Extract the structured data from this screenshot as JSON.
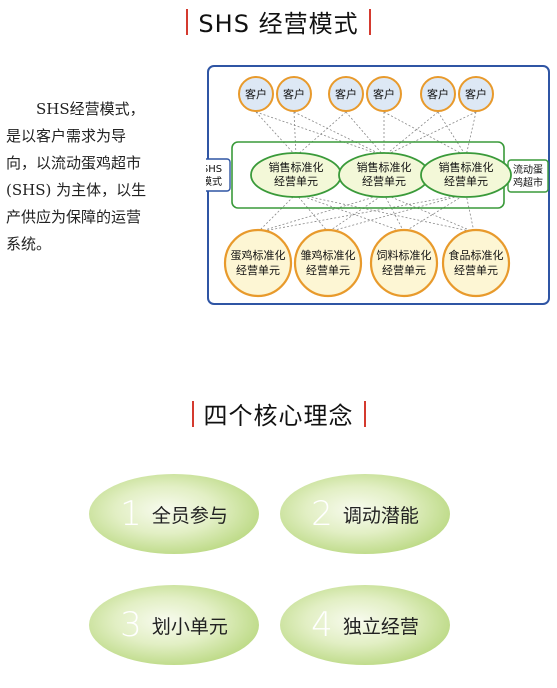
{
  "section1": {
    "title": "SHS 经营模式"
  },
  "intro": {
    "lines": [
      "SHS经营模式，",
      "是以客户需求为导",
      "向，以流动蛋鸡超市",
      "(SHS) 为主体，以生",
      "产供应为保障的运营",
      "系统。"
    ]
  },
  "diagram": {
    "left_label": [
      "SHS",
      "模式"
    ],
    "right_label": [
      "流动蛋",
      "鸡超市"
    ],
    "customer_label": "客户",
    "sales_unit": [
      "销售标准化",
      "经营单元"
    ],
    "supply_units": [
      [
        "蛋鸡标准化",
        "经营单元"
      ],
      [
        "雏鸡标准化",
        "经营单元"
      ],
      [
        "饲料标准化",
        "经营单元"
      ],
      [
        "食品标准化",
        "经营单元"
      ]
    ],
    "colors": {
      "frame": "#2f55a4",
      "sales_border": "#3a9a3a",
      "bubble_border": "#e89a2c",
      "bubble_fill": "#fdf6d4",
      "customer_fill": "#dde8f5",
      "line": "#777777"
    }
  },
  "section2": {
    "title": "四个核心理念"
  },
  "concepts": [
    {
      "num": "1",
      "label": "全员参与"
    },
    {
      "num": "2",
      "label": "调动潜能"
    },
    {
      "num": "3",
      "label": "划小单元"
    },
    {
      "num": "4",
      "label": "独立经营"
    }
  ]
}
